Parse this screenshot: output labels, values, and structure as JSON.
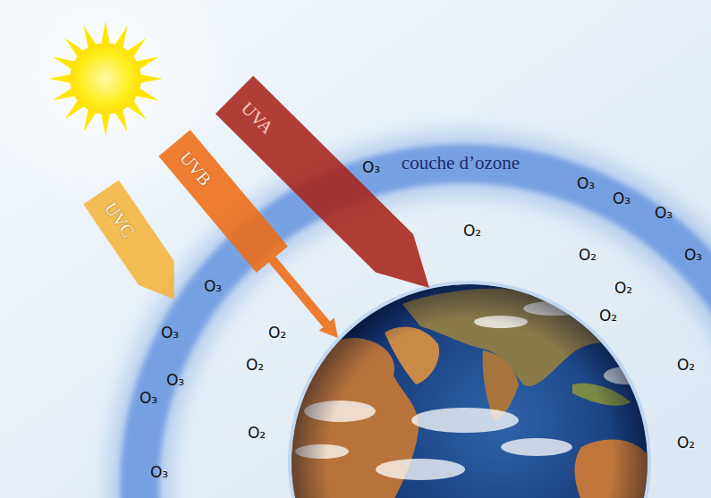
{
  "diagram": {
    "nodes": [
      {
        "text": [
          "UVC"
        ]
      },
      {
        "text": [
          "UVB"
        ]
      },
      {
        "text": [
          "UVA"
        ]
      }
    ],
    "labels": [
      "couche d’ozone",
      "O₃",
      "O₃",
      "O₃",
      "O₃",
      "O₂",
      "O₃",
      "O₂",
      "O₃",
      "O₂",
      "O₂",
      "O₃",
      "O₂",
      "O₂",
      "O₂",
      "O₃",
      "O₃",
      "O₂",
      "O₂",
      "O₃"
    ]
  }
}
